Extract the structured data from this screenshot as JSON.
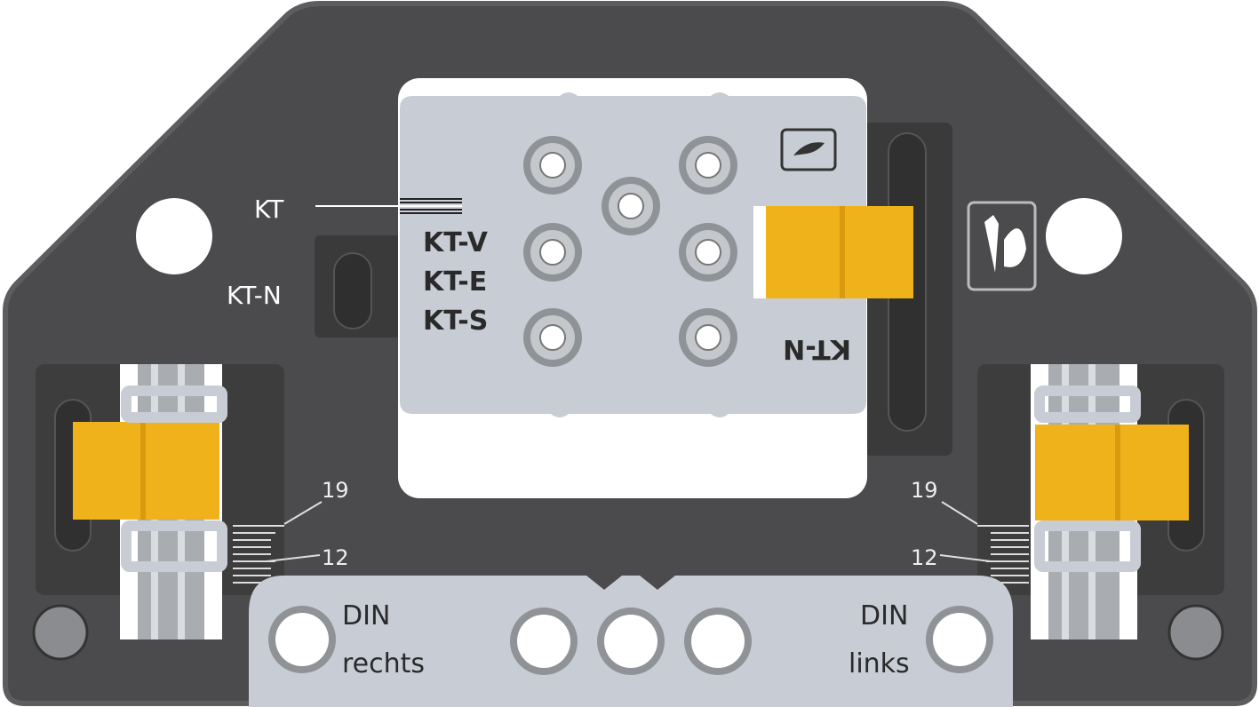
{
  "labels": {
    "kt": "KT",
    "kt_n_left": "KT-N",
    "kt_v": "KT-V",
    "kt_e": "KT-E",
    "kt_s": "KT-S",
    "kt_n_plate": "KT-N",
    "left_19": "19",
    "left_12": "12",
    "right_19": "19",
    "right_12": "12",
    "din_rechts_1": "DIN",
    "din_rechts_2": "rechts",
    "din_links_1": "DIN",
    "din_links_2": "links"
  },
  "colors": {
    "plate": "#4b4b4d",
    "label_plate": "#c8cdd5",
    "yellow": "#f0b21b",
    "recess": "#3a3a3b"
  }
}
